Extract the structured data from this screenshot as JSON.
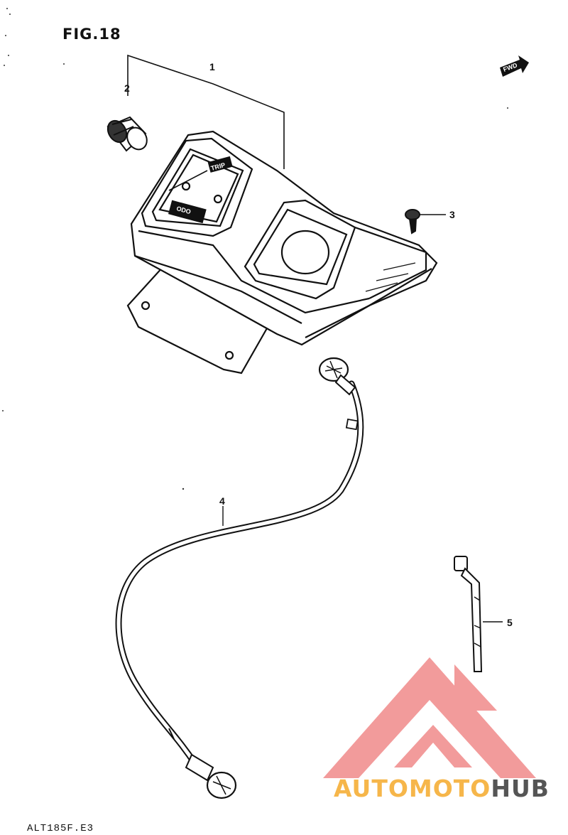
{
  "figure": {
    "title": "FIG.18",
    "footer_code": "ALT185F.E3",
    "direction_label": "FWD"
  },
  "instrument": {
    "gauge_labels": [
      "TRIP",
      "ODO"
    ]
  },
  "callouts": [
    {
      "id": "1",
      "label": "1"
    },
    {
      "id": "2",
      "label": "2"
    },
    {
      "id": "3",
      "label": "3"
    },
    {
      "id": "4",
      "label": "4"
    },
    {
      "id": "5",
      "label": "5"
    }
  ],
  "watermark": {
    "part1": "AUTOMOTO",
    "part2": "HUB",
    "color_primary": "#f08a8a",
    "color_text_1": "#f6b64a",
    "color_text_2": "#555555"
  }
}
